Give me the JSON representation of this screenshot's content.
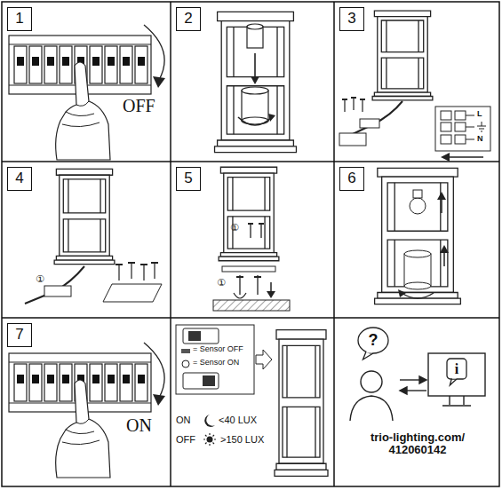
{
  "diagram": {
    "nodes": [
      {
        "text": [
          "1"
        ]
      },
      {
        "text": [
          "2"
        ]
      },
      {
        "text": [
          "3"
        ]
      },
      {
        "text": [
          "4"
        ]
      },
      {
        "text": [
          "5"
        ]
      },
      {
        "text": [
          "6"
        ]
      },
      {
        "text": [
          "7"
        ]
      },
      {
        "text": [
          "?"
        ]
      },
      {
        "text": [
          "i"
        ]
      }
    ],
    "labels": [
      "OFF",
      "L",
      "N",
      "①",
      "①",
      "①",
      "ON",
      "= Sensor OFF",
      "= Sensor ON",
      "ON",
      "<40 LUX",
      "OFF",
      ">150 LUX",
      "trio-lighting.com/ 412060142"
    ]
  }
}
